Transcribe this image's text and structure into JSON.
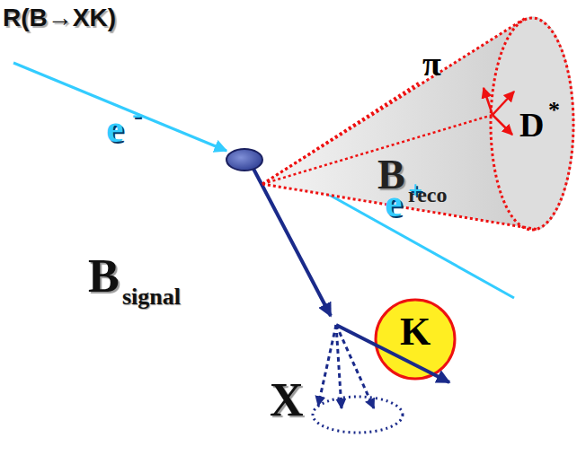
{
  "diagram": {
    "title": "R(B→XK)",
    "nodes": [
      {
        "text": [
          "π",
          "D",
          "*",
          "B",
          "reco"
        ]
      },
      {
        "text": [
          "K"
        ]
      }
    ],
    "labels": [
      "e",
      "-",
      "e",
      "+",
      "B",
      "signal",
      "X"
    ]
  }
}
